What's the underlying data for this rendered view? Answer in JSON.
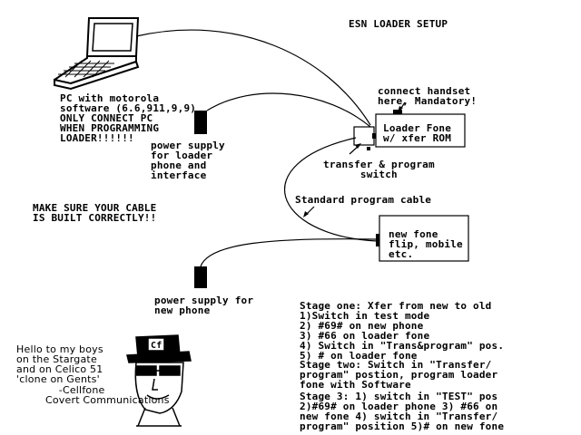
{
  "title": "ESN LOADER SETUP",
  "pc_label": "PC with motorola\nsoftware (6.6,911,9,9)\nONLY CONNECT PC\nWHEN PROGRAMMING\nLOADER!!!!!!",
  "connect_handset": "connect handset\nhere, Mandatory!",
  "loader_fone": "Loader Fone\nw/ xfer ROM",
  "transfer_switch": "transfer & program\n      switch",
  "power_supply_loader": "power supply\nfor loader\nphone and\ninterface",
  "make_sure": "MAKE SURE YOUR CABLE\nIS BUILT CORRECTLY!!",
  "standard_cable": "Standard program cable",
  "new_fone": "new fone\nflip, mobile\netc.",
  "power_supply_new": "power supply for\nnew phone",
  "stage_one": "Stage one: Xfer from new to old\n1)Switch in test mode\n2) #69# on new phone\n3) #66 on loader fone\n4) Switch in \"Trans&program\" pos.\n5) # on loader fone",
  "stage_two": "Stage two: Switch in \"Transfer/\nprogram\" postion, program loader\nfone with Software",
  "stage_three": "Stage 3: 1) switch in \"TEST\" pos\n2)#69# on loader phone 3) #66 on\nnew fone 4) switch in \"Transfer/\nprogram\" position 5)# on new fone",
  "hello_text": "Hello to my boys\non the Stargate\nand on Celico 51\n'clone on Gents'",
  "signature": "    -Cellfone\nCovert Communications",
  "hat_badge": "Cf"
}
